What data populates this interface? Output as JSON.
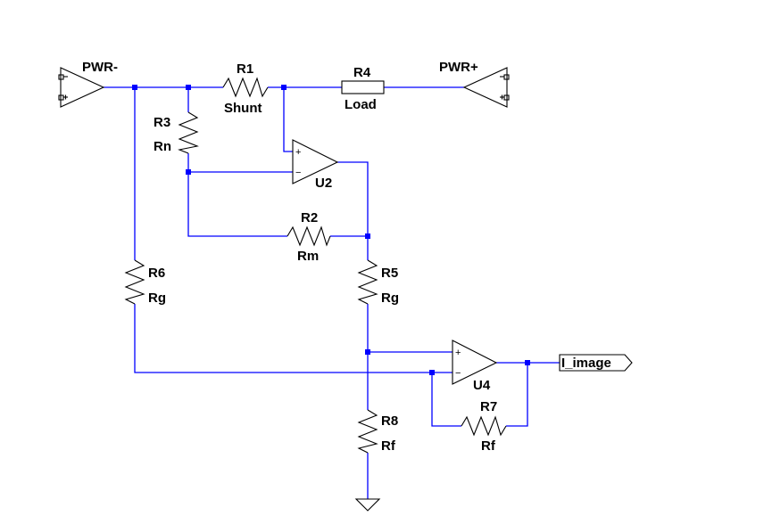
{
  "ports": {
    "pwr_minus": "PWR-",
    "pwr_plus": "PWR+",
    "output": "I_image"
  },
  "resistors": {
    "r1": {
      "ref": "R1",
      "value": "Shunt"
    },
    "r2": {
      "ref": "R2",
      "value": "Rm"
    },
    "r3": {
      "ref": "R3",
      "value": "Rn"
    },
    "r4": {
      "ref": "R4",
      "value": "Load"
    },
    "r5": {
      "ref": "R5",
      "value": "Rg"
    },
    "r6": {
      "ref": "R6",
      "value": "Rg"
    },
    "r7": {
      "ref": "R7",
      "value": "Rf"
    },
    "r8": {
      "ref": "R8",
      "value": "Rf"
    }
  },
  "opamps": {
    "u2": {
      "ref": "U2"
    },
    "u4": {
      "ref": "U4"
    }
  },
  "pin_marks": {
    "plus": "+",
    "minus": "−"
  },
  "colors": {
    "wire": "#0000ff",
    "component": "#000000",
    "background": "#ffffff"
  }
}
